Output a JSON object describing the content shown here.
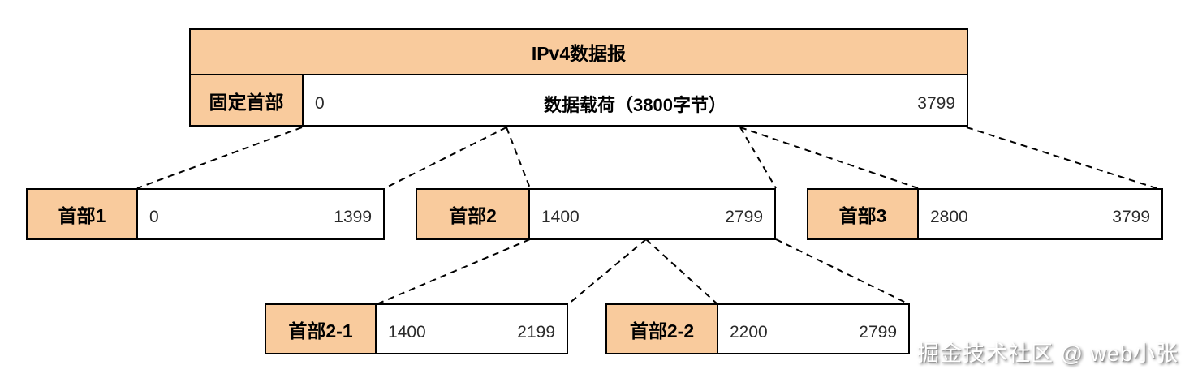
{
  "diagram": {
    "title": "IPv4数据报",
    "fixed_header_label": "固定首部",
    "payload": {
      "label": "数据载荷（3800字节）",
      "start": "0",
      "end": "3799"
    },
    "fragments": [
      {
        "label": "首部1",
        "start": "0",
        "end": "1399"
      },
      {
        "label": "首部2",
        "start": "1400",
        "end": "2799"
      },
      {
        "label": "首部3",
        "start": "2800",
        "end": "3799"
      },
      {
        "label": "首部2-1",
        "start": "1400",
        "end": "2199"
      },
      {
        "label": "首部2-2",
        "start": "2200",
        "end": "2799"
      }
    ],
    "watermark": "掘金技术社区 @ web小张",
    "colors": {
      "header_fill": "#F9CB9D",
      "border": "#000000",
      "number_text": "#2B2B2B",
      "page_bg": "#FFFFFF"
    }
  }
}
